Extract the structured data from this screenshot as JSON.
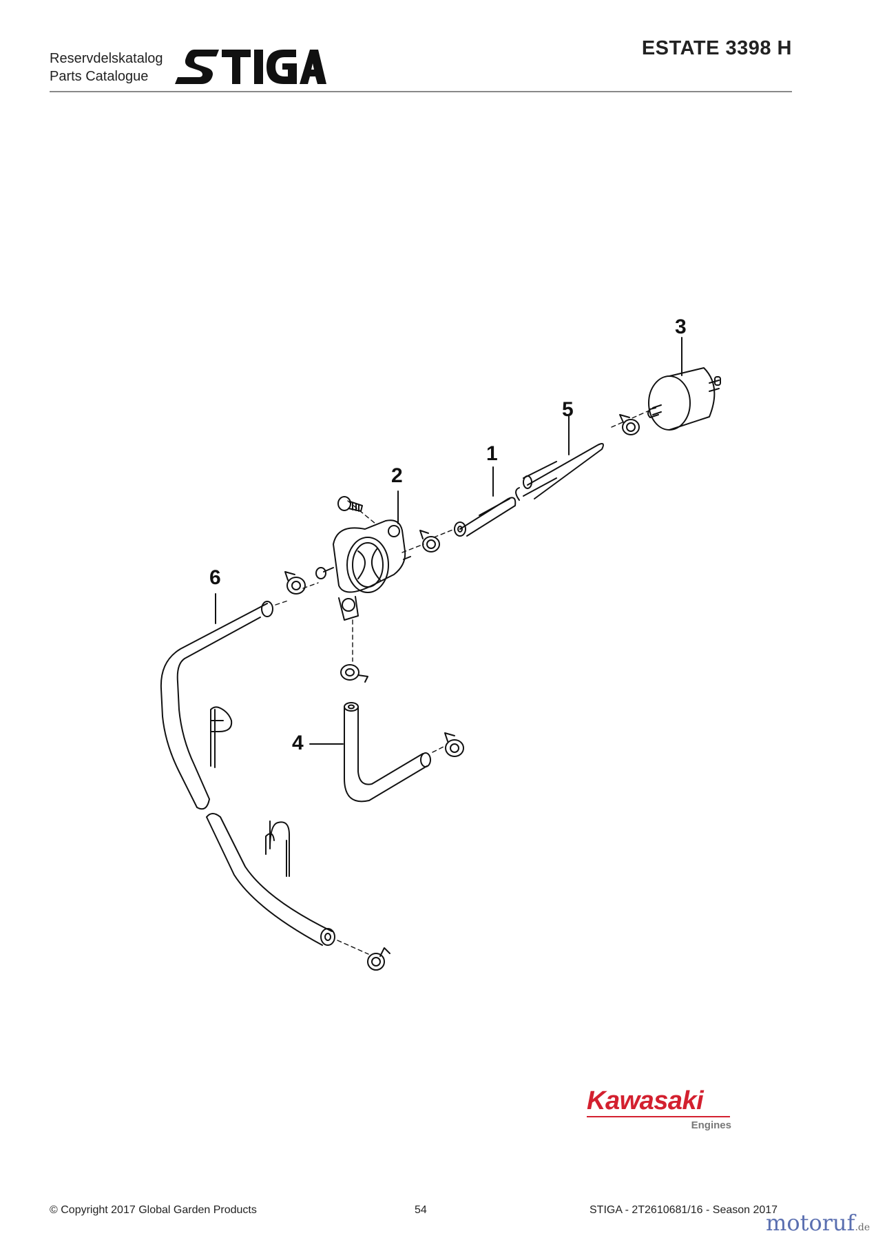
{
  "header": {
    "catalog_line1": "Reservdelskatalog",
    "catalog_line2": "Parts Catalogue",
    "brand": "STIGA",
    "model": "ESTATE 3398 H"
  },
  "diagram": {
    "callouts": [
      {
        "id": "c1",
        "label": "1"
      },
      {
        "id": "c2",
        "label": "2"
      },
      {
        "id": "c3",
        "label": "3"
      },
      {
        "id": "c4",
        "label": "4"
      },
      {
        "id": "c5",
        "label": "5"
      },
      {
        "id": "c6",
        "label": "6"
      }
    ]
  },
  "engine_brand": {
    "name": "Kawasaki",
    "sub": "Engines",
    "color": "#d3202f"
  },
  "footer": {
    "copyright": "© Copyright 2017 Global Garden Products",
    "page": "54",
    "doc_ref": "STIGA - 2T2610681/16 - Season 2017",
    "watermark": "motoruf",
    "watermark_tld": ".de"
  }
}
